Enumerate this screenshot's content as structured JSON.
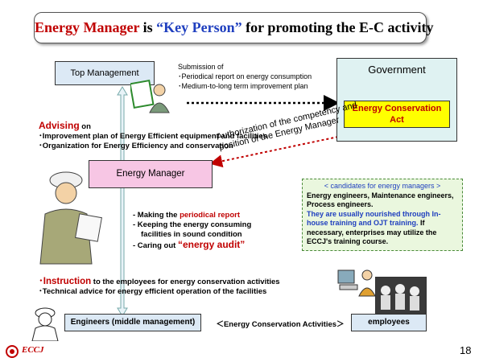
{
  "title": {
    "part1": "Energy Manager",
    "part2": " is ",
    "part3": "“Key Person”",
    "part4": " for promoting the E-C activity"
  },
  "top_management": "Top Management",
  "submission": {
    "heading": "Submission of",
    "items": [
      "･Periodical report on energy consumption",
      "･Medium-to-long term improvement plan"
    ]
  },
  "government": {
    "label": "Government",
    "act": "Energy Conservation Act"
  },
  "advising": {
    "word": "Advising",
    "suffix": " on",
    "items": [
      "･Improvement plan of Energy Efficient equipment and facilities",
      "･Organization for Energy Efficiency and conservation"
    ]
  },
  "energy_manager": "Energy Manager",
  "authorization": "Authorization of the competency and position of the Energy Manager",
  "candidates": {
    "heading": "< candidates for energy managers >",
    "line1": "Energy engineers, Maintenance engineers, Process engineers.",
    "line2": "They are usually nourished through In-house training and OJT training.",
    "line3": " If necessary, enterprises may utilize the ECCJ's training course."
  },
  "duties": {
    "d1_prefix": "- Making the ",
    "d1_red": "periodical report",
    "d2": "- Keeping the energy consuming",
    "d2b": "facilities  in sound condition",
    "d3_prefix": "- Caring out ",
    "d3_red": "“energy audit”"
  },
  "instruction": {
    "word": "･Instruction",
    "suffix": " to the employees for energy conservation activities",
    "line2": "･Technical advice for energy efficient operation of the facilities"
  },
  "engineers": "Engineers (middle management)",
  "ec_activities": "＜Energy Conservation Activities＞",
  "employees": "employees",
  "logo_text": "ECCJ",
  "page_number": "18",
  "colors": {
    "red": "#c00000",
    "blue": "#1f3fbf",
    "box_blue": "#dce9f5",
    "gov_teal": "#dff2f2",
    "pink": "#f7c6e4",
    "yellow": "#ffff00",
    "green_box": "#eaf7de"
  }
}
